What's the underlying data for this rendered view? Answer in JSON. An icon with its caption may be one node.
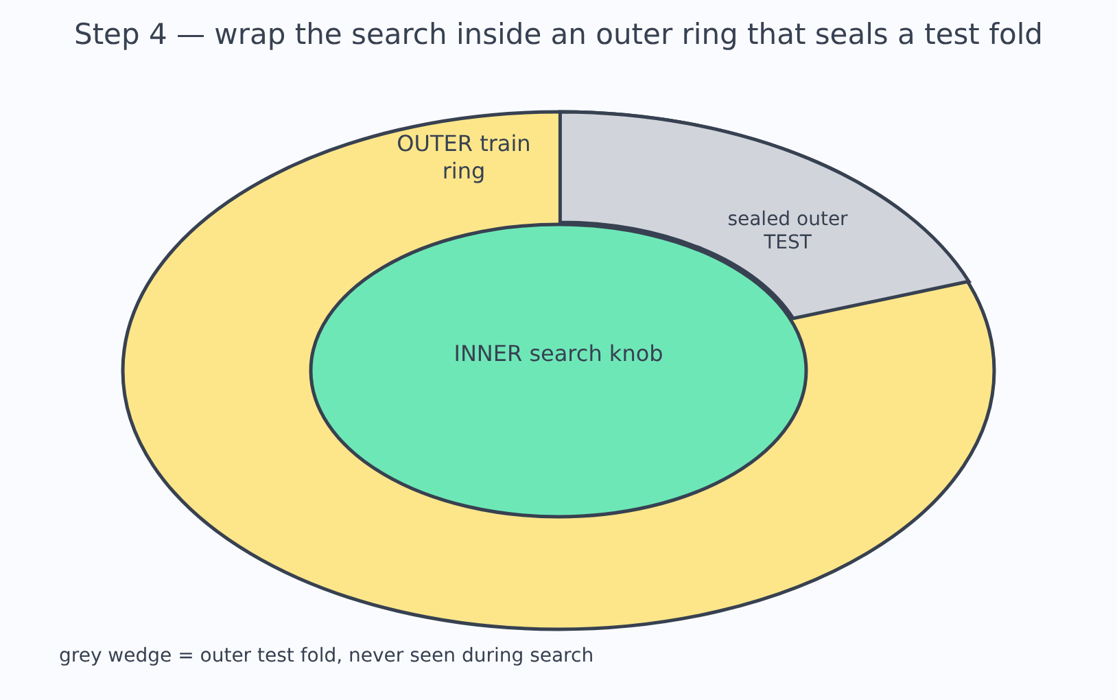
{
  "diagram": {
    "title": "Step 4 — wrap the search inside an outer ring that seals a test fold",
    "nodes": [
      {
        "text": [
          "OUTER train ring"
        ]
      },
      {
        "text": [
          "sealed outer TEST"
        ],
        "in": 0
      },
      {
        "text": [
          "INNER search knob"
        ],
        "in": 0
      }
    ],
    "caption": "grey wedge = outer test fold, never seen during search"
  }
}
